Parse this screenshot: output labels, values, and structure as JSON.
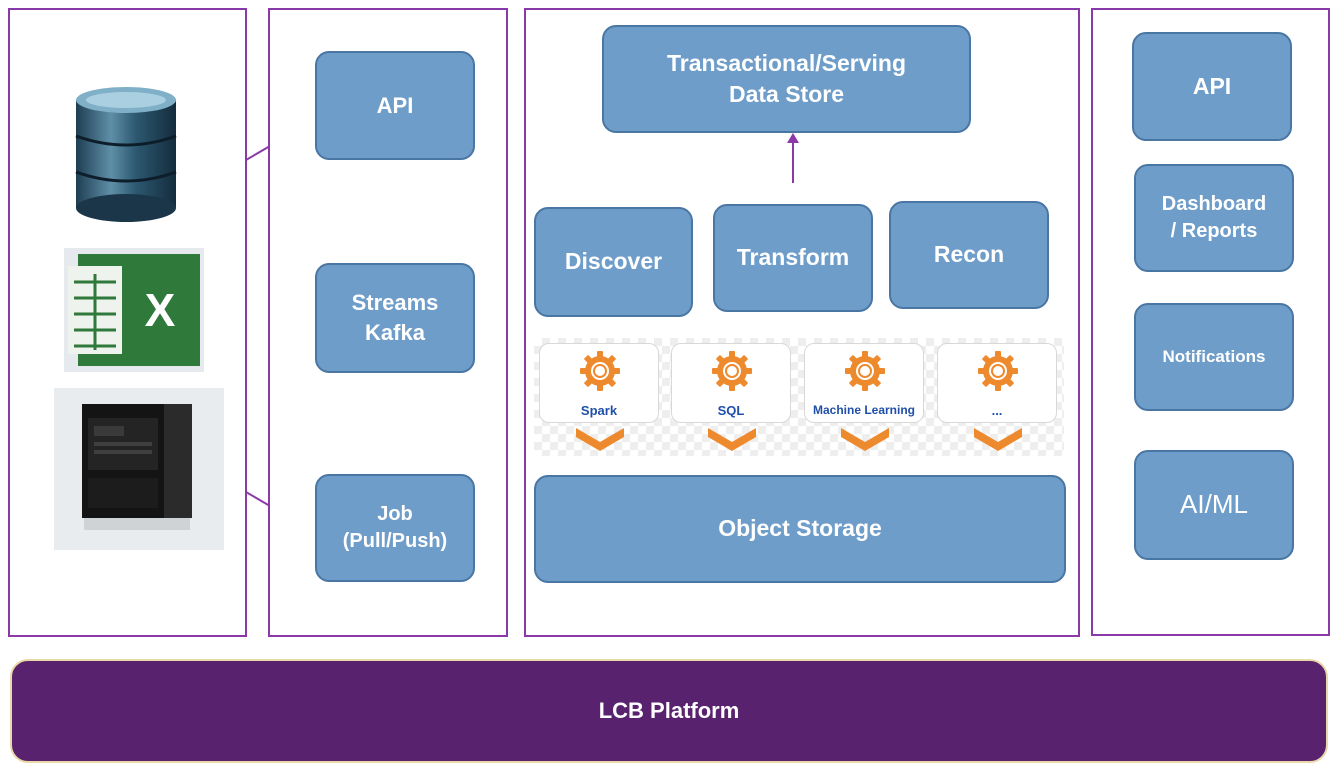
{
  "colors": {
    "panel_border": "#8a3aa8",
    "box_fill": "#6f9dc9",
    "box_border": "#4a76a3",
    "engine_gear": "#ee8a2e",
    "engine_label": "#1f4fa8",
    "platform_fill": "#59226e"
  },
  "sources": {
    "icons": [
      "database-icon",
      "excel-spreadsheet-icon",
      "mainframe-server-icon"
    ]
  },
  "ingest": {
    "items": [
      "API",
      "Streams\nKafka",
      "Job\n(Pull/Push)"
    ]
  },
  "processing": {
    "store_label": "Transactional/Serving\nData Store",
    "modules": [
      "Discover",
      "Transform",
      "Recon"
    ],
    "engines": [
      "Spark",
      "SQL",
      "Machine Learning",
      "..."
    ],
    "storage_label": "Object Storage"
  },
  "consumers": {
    "items": [
      "API",
      "Dashboard\n/ Reports",
      "Notifications",
      "AI/ML"
    ]
  },
  "platform": {
    "label": "LCB Platform"
  }
}
